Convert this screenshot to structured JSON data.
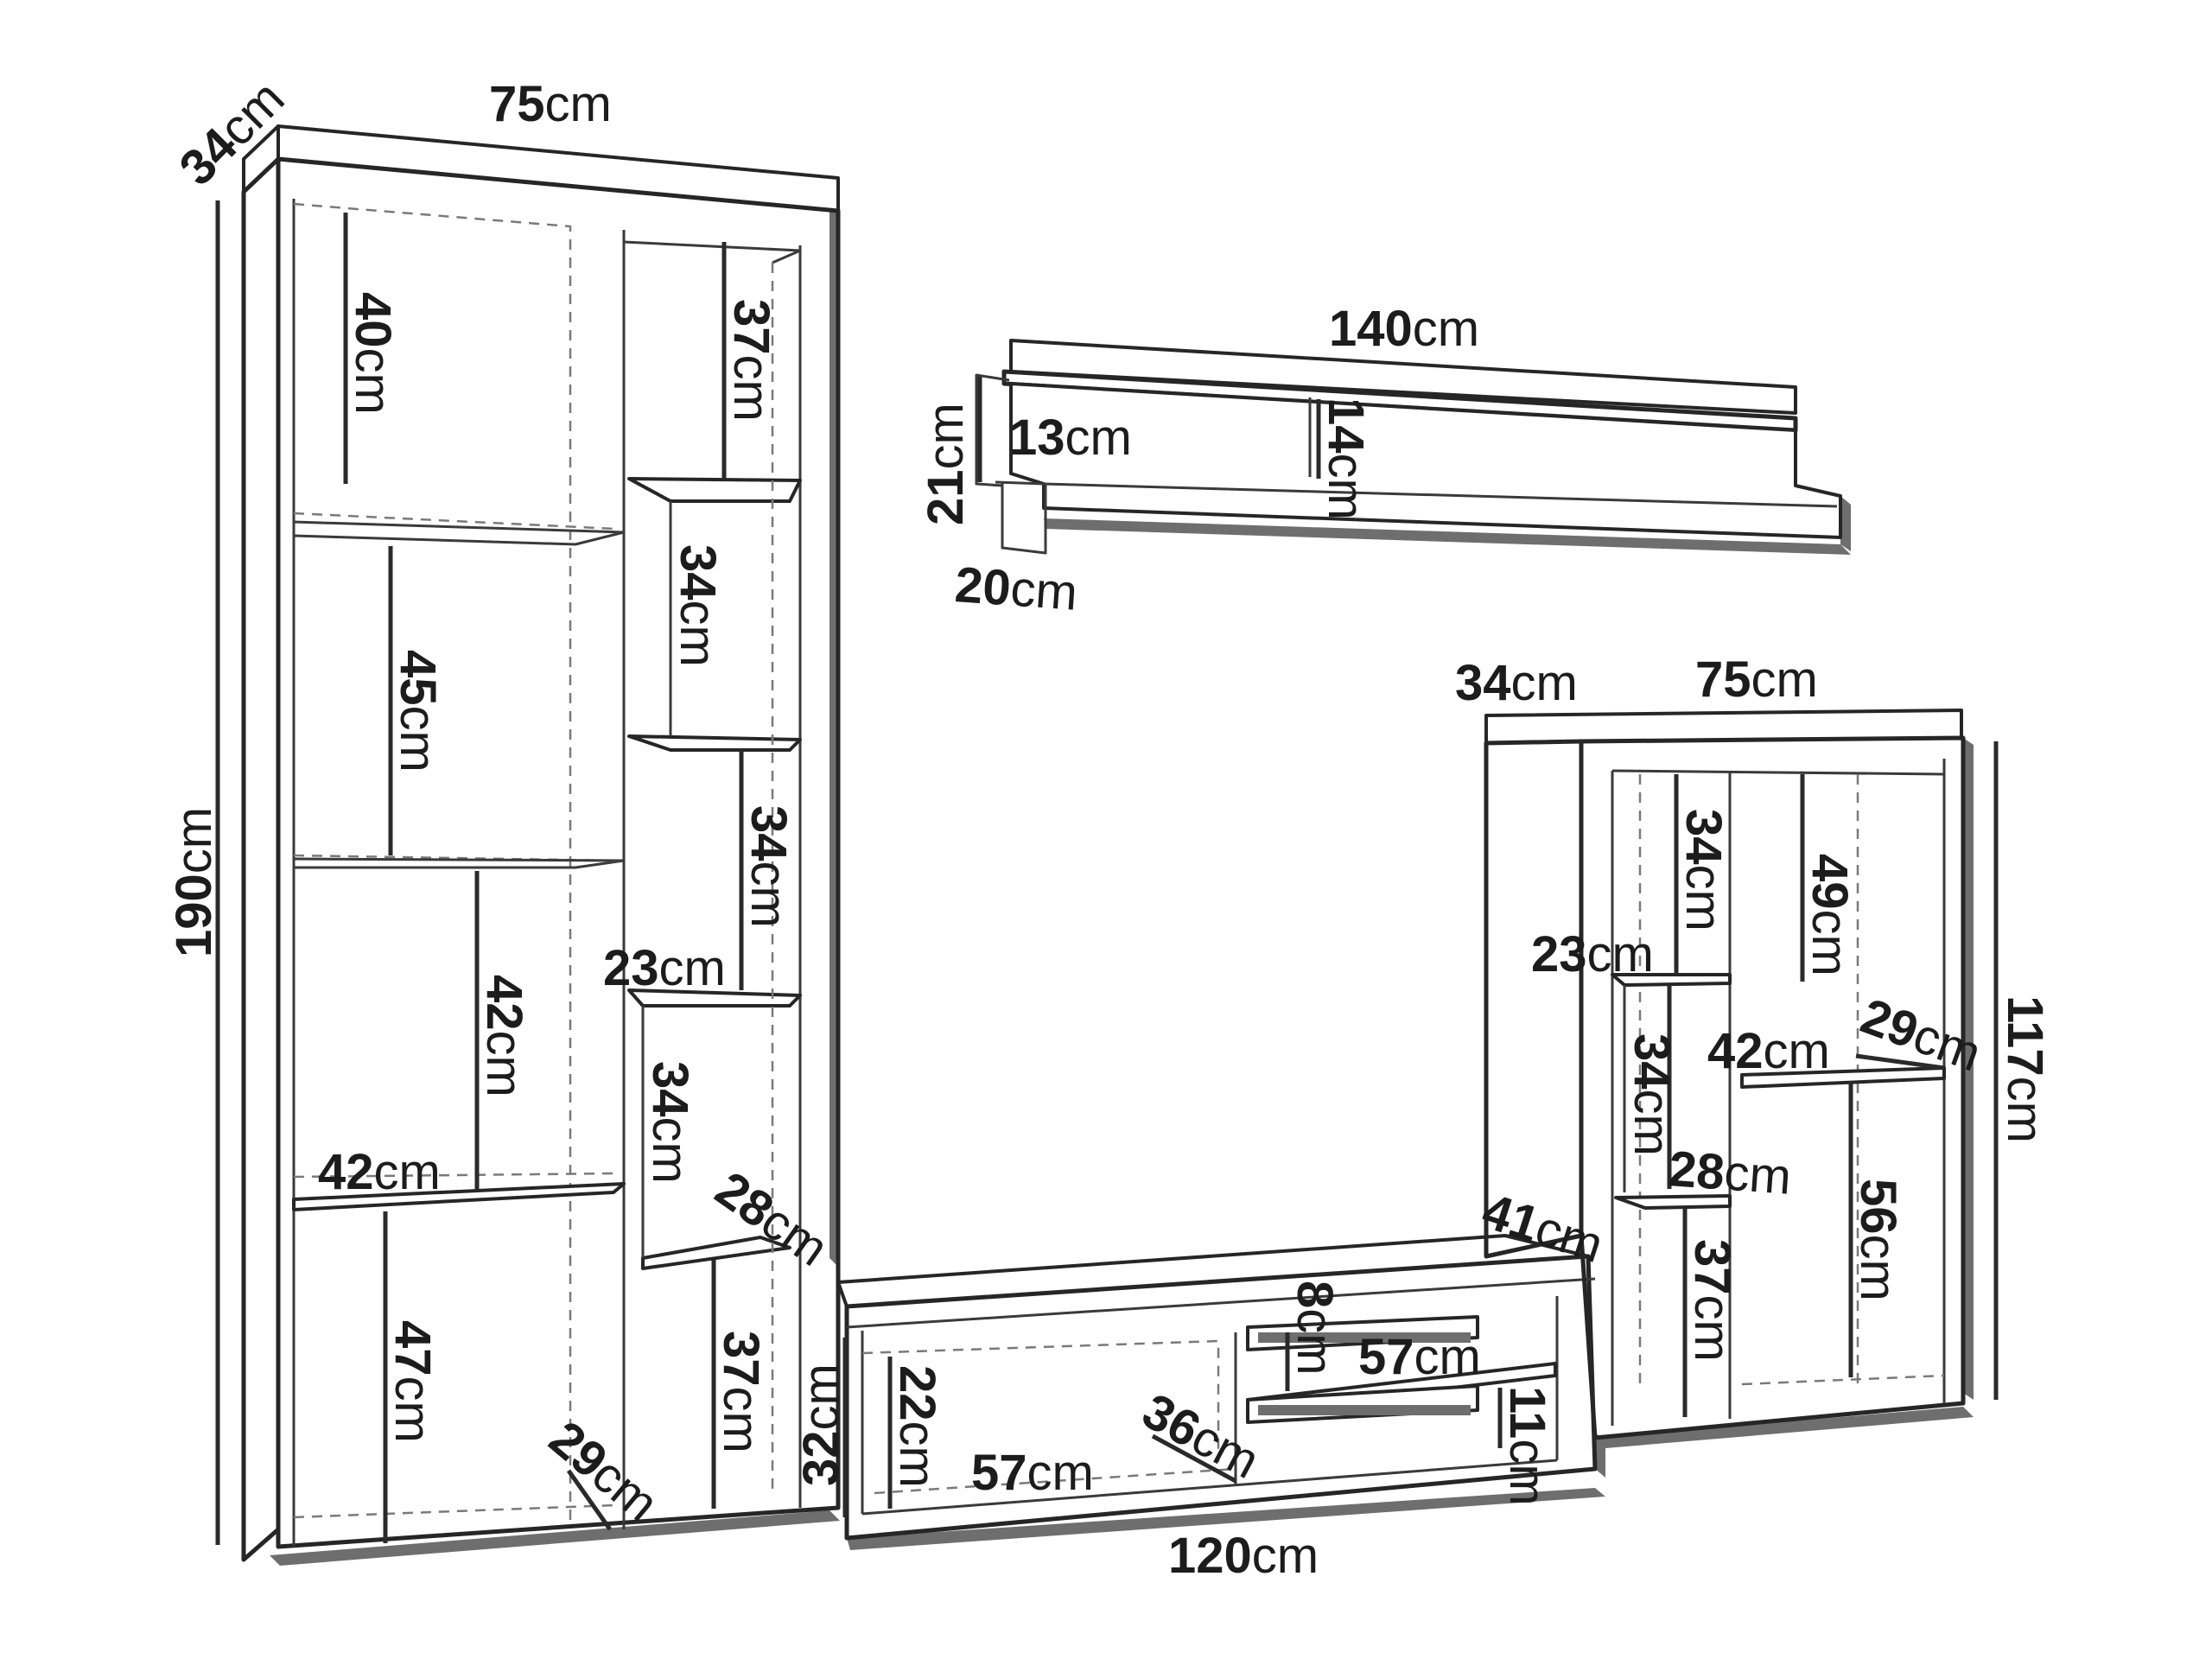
{
  "tall_unit": {
    "depth": "34cm",
    "width": "75cm",
    "height": "190cm",
    "left_section": {
      "compartment_heights": [
        "40cm",
        "45cm",
        "42cm",
        "47cm"
      ],
      "shelf_width": "42cm",
      "bottom_depth": "29cm"
    },
    "right_section": {
      "compartment_heights": [
        "37cm",
        "34cm",
        "34cm",
        "34cm",
        "37cm"
      ],
      "width": "23cm",
      "depth": "28cm"
    }
  },
  "wall_shelf": {
    "width": "140cm",
    "height": "21cm",
    "depth": "20cm",
    "lower_height": "13cm",
    "upper_height": "14cm"
  },
  "tv_unit": {
    "width": "120cm",
    "height": "32cm",
    "depth": "41cm",
    "left_compartment": {
      "height": "22cm",
      "width": "57cm",
      "depth": "36cm"
    },
    "right_compartments": {
      "upper_height": "8cm",
      "width": "57cm",
      "lower_height": "11cm"
    }
  },
  "low_unit": {
    "depth": "34cm",
    "width": "75cm",
    "height": "117cm",
    "left_section": {
      "compartment_heights": [
        "34cm",
        "34cm",
        "37cm"
      ],
      "width": "23cm",
      "depth": "28cm"
    },
    "right_section": {
      "compartment_heights": [
        "49cm",
        "56cm"
      ],
      "shelf_width": "42cm",
      "depth": "29cm"
    }
  }
}
